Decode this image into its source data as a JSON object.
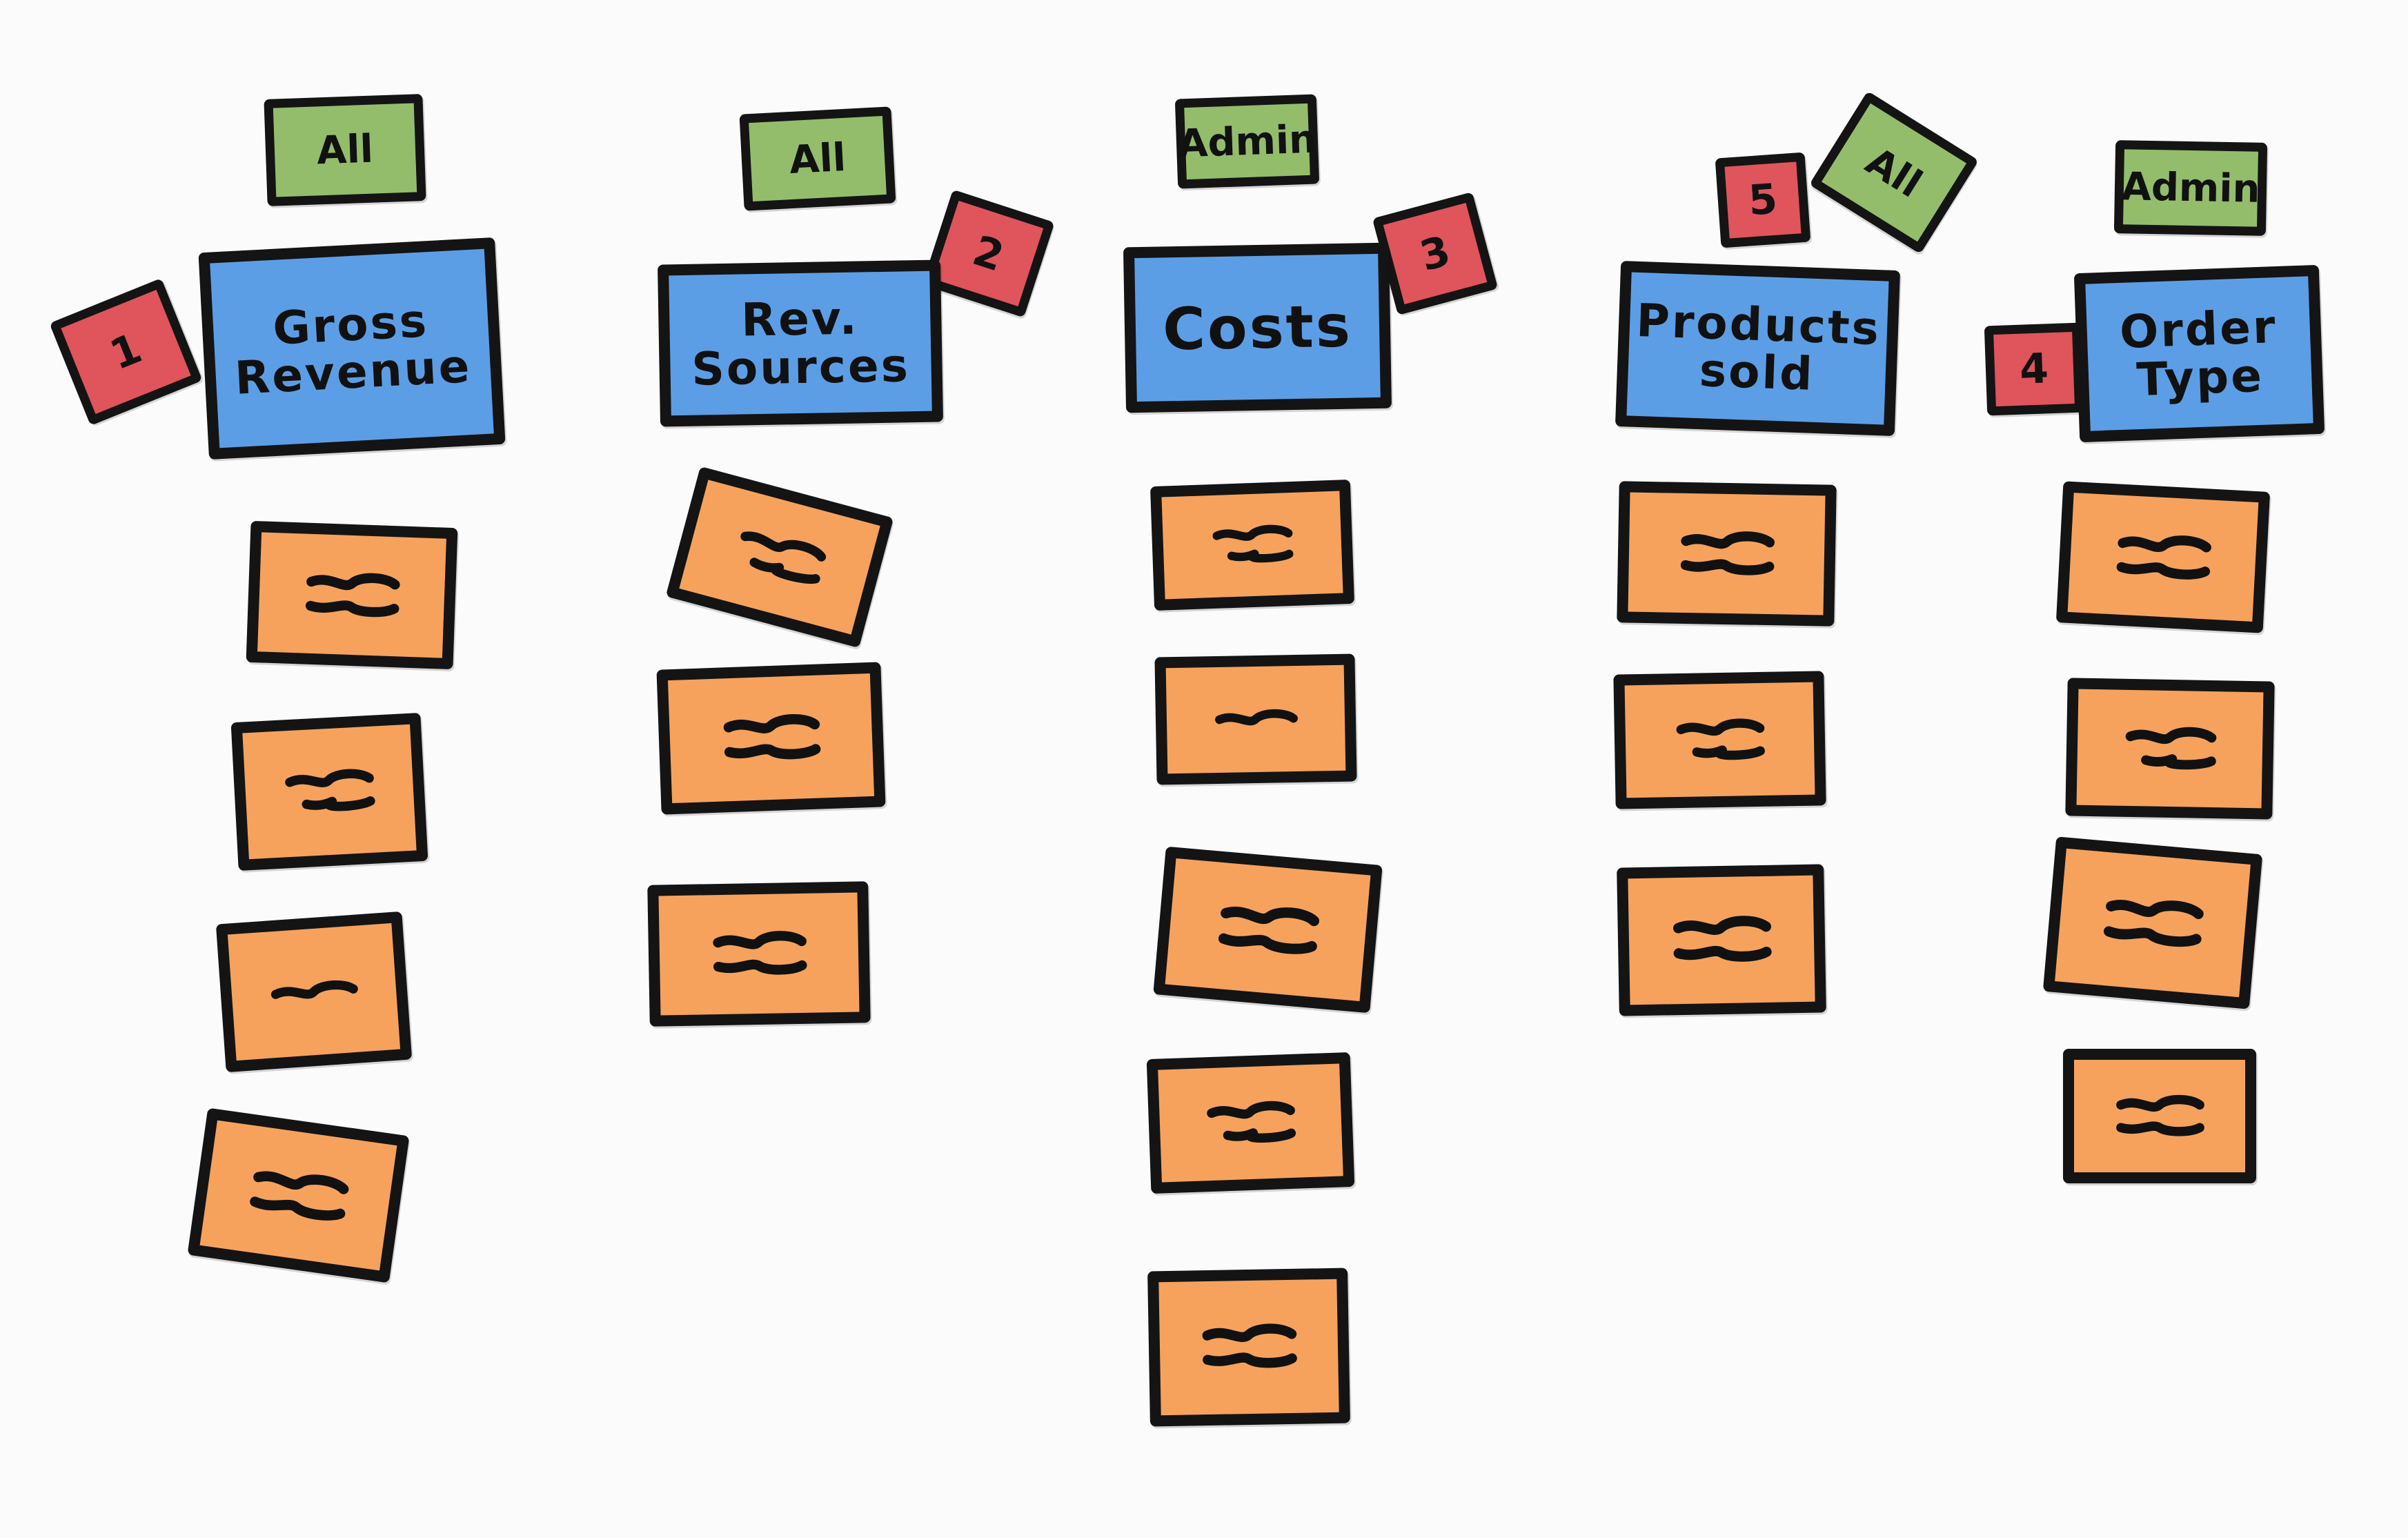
{
  "colors": {
    "header": "#5b9ee6",
    "access": "#93bd6b",
    "order": "#e0545c",
    "card": "#f6a25c",
    "outline": "#141414"
  },
  "columns": [
    {
      "id": "gross-revenue",
      "header": "Gross\nRevenue",
      "order": "1",
      "access": "All",
      "cards": 4
    },
    {
      "id": "rev-sources",
      "header": "Rev.\nSources",
      "order": "2",
      "access": "All",
      "cards": 3
    },
    {
      "id": "costs",
      "header": "Costs",
      "order": "3",
      "access": "Admin",
      "cards": 5
    },
    {
      "id": "products-sold",
      "header": "Products\nsold",
      "order": "5",
      "access": "All",
      "cards": 3
    },
    {
      "id": "order-type",
      "header": "Order\nType",
      "order": "4",
      "access": "Admin",
      "cards": 4
    }
  ]
}
